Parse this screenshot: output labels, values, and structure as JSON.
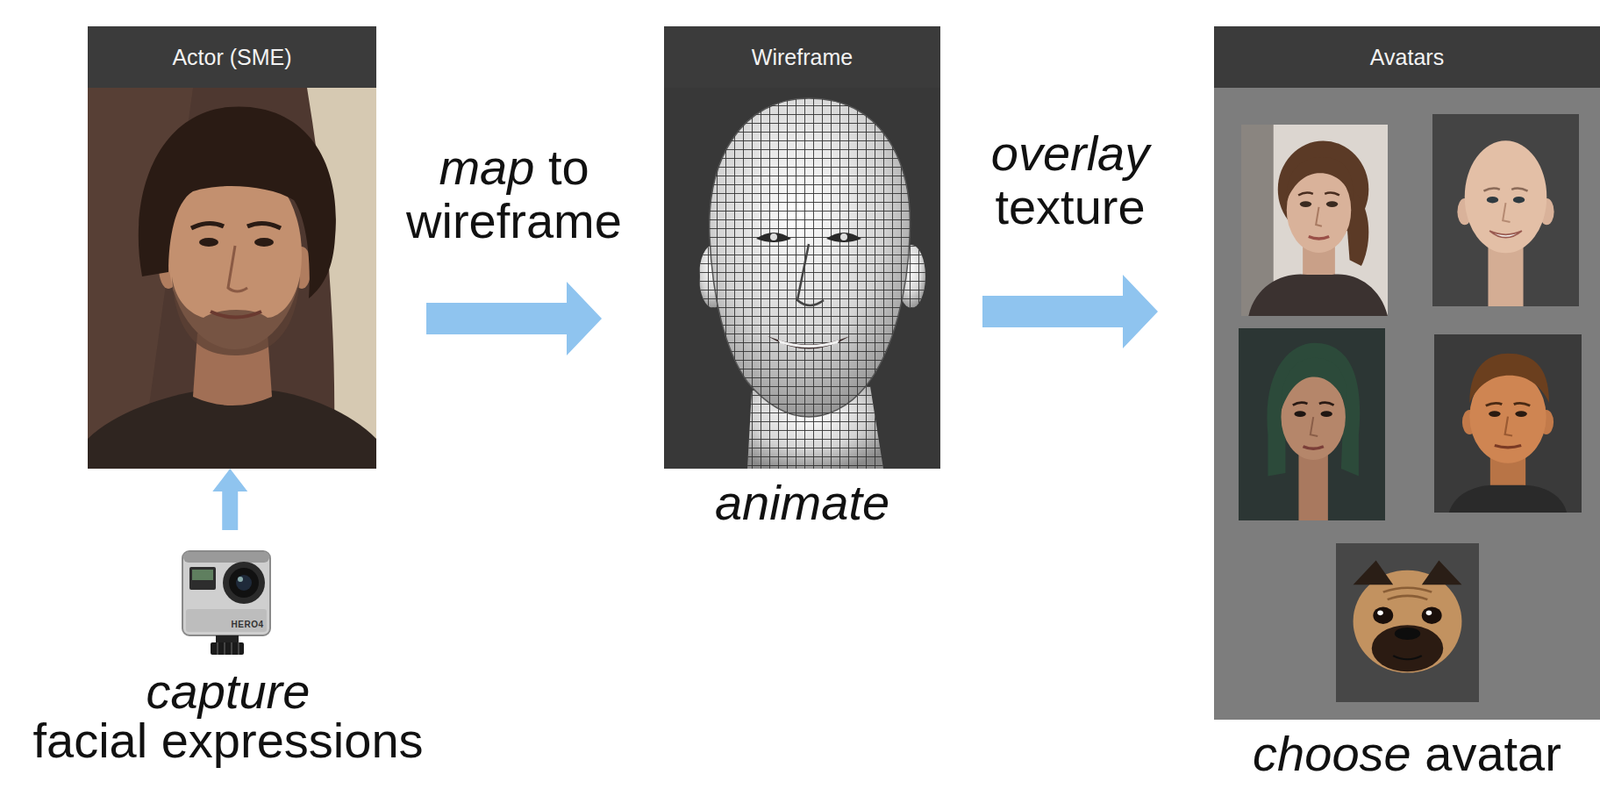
{
  "diagram": {
    "nodes": [
      {
        "text": [
          "Actor (SME)"
        ]
      },
      {
        "text": [
          "capture facial expressions"
        ]
      },
      {
        "text": [
          "Wireframe",
          "animate"
        ]
      },
      {
        "text": [
          "Avatars",
          "choose avatar"
        ]
      }
    ],
    "edges": [
      {
        "from": 1,
        "to": 0,
        "arrow": "to"
      },
      {
        "from": 0,
        "to": 2,
        "label": "map to wireframe",
        "arrow": "to"
      },
      {
        "from": 2,
        "to": 3,
        "label": "overlay texture",
        "arrow": "to"
      }
    ],
    "labels": [
      "HERO4"
    ]
  }
}
